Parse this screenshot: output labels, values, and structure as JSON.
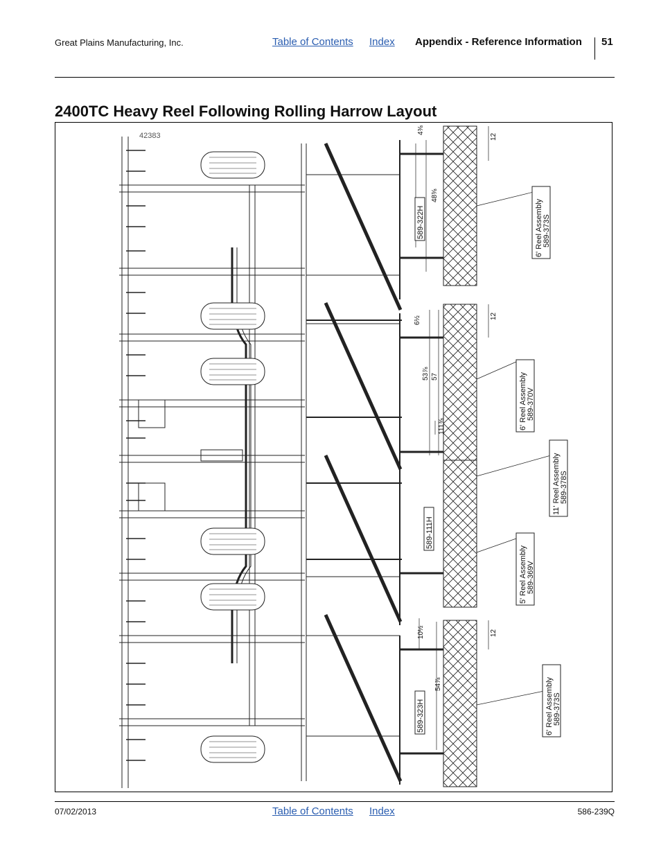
{
  "header": {
    "company": "Great Plains Manufacturing, Inc.",
    "toc_link": "Table of Contents",
    "index_link": "Index",
    "section": "Appendix - Reference Information",
    "page_number": "51"
  },
  "title": "2400TC Heavy Reel Following Rolling Harrow Layout",
  "figure": {
    "figure_number": "42383",
    "callouts": [
      {
        "line1": "6' Reel Assembly",
        "line2": "589-373S"
      },
      {
        "line1": "6' Reel Assembly",
        "line2": "589-370V"
      },
      {
        "line1": "11' Reel Assembly",
        "line2": "589-378S"
      },
      {
        "line1": "5' Reel Assembly",
        "line2": "589-369V"
      },
      {
        "line1": "6' Reel Assembly",
        "line2": "589-373S"
      }
    ],
    "part_labels": [
      "589-322H",
      "589-111H",
      "589-323H"
    ],
    "dimensions": [
      "4⅜",
      "12",
      "48⅜",
      "6½",
      "12",
      "53⅞",
      "57",
      "111⅜",
      "10½",
      "12",
      "54⅞"
    ]
  },
  "footer": {
    "date": "07/02/2013",
    "toc_link": "Table of Contents",
    "index_link": "Index",
    "doc_number": "586-239Q"
  }
}
